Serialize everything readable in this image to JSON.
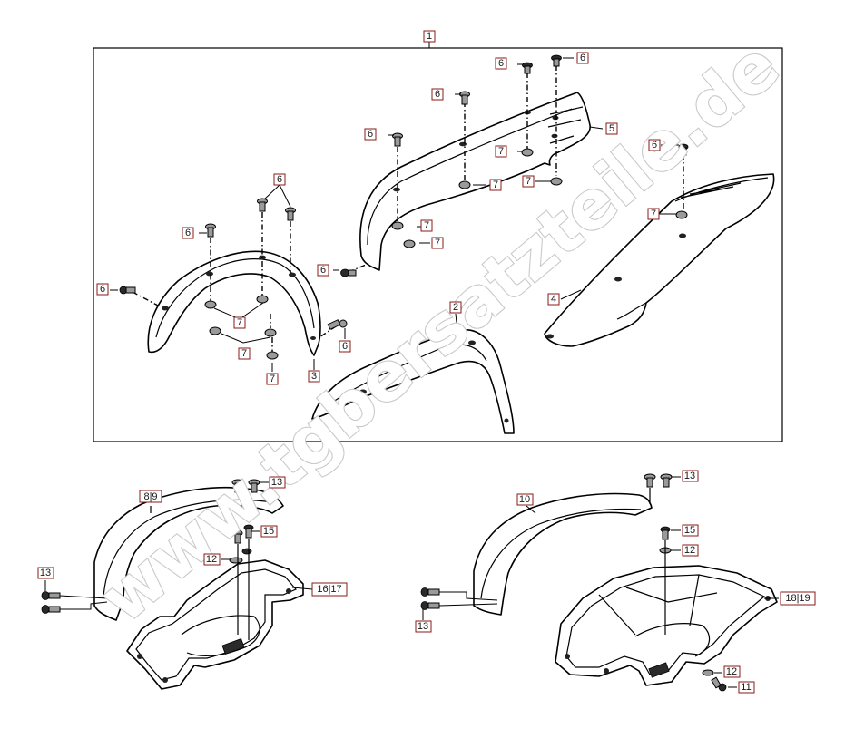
{
  "diagram": {
    "watermark": "www.tgbersatzteile.de",
    "labels": {
      "l1": "1",
      "l2": "2",
      "l3": "3",
      "l4": "4",
      "l5": "5",
      "l6": "6",
      "l7": "7",
      "l8_9": "8|9",
      "l10": "10",
      "l11": "11",
      "l12": "12",
      "l13": "13",
      "l15": "15",
      "l16_17": "16|17",
      "l18_19": "18|19"
    }
  }
}
